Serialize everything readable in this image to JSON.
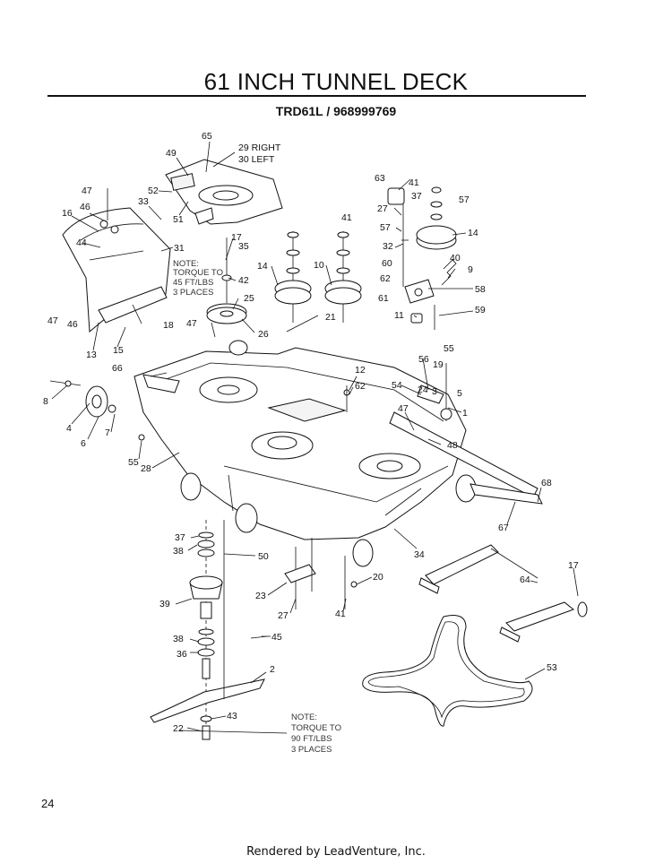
{
  "header": {
    "title": "61 INCH TUNNEL DECK",
    "model": "TRD61L / 968999769"
  },
  "notes": {
    "torque_45": [
      "NOTE:",
      "TORQUE TO",
      "45 FT/LBS",
      "3 PLACES"
    ],
    "torque_90": [
      "NOTE:",
      "TORQUE TO",
      "90 FT/LBS",
      "3 PLACES"
    ]
  },
  "callouts": {
    "c65": "65",
    "c29": "29  RIGHT",
    "c30": "30  LEFT",
    "c49": "49",
    "c52": "52",
    "c51": "51",
    "c47a": "47",
    "c46a": "46",
    "c33": "33",
    "c16": "16",
    "c44": "44",
    "c31": "31",
    "c47b": "47",
    "c46b": "46",
    "c18": "18",
    "c13": "13",
    "c15": "15",
    "c17a": "17",
    "c35": "35",
    "c42": "42",
    "c25": "25",
    "c26": "26",
    "c47c": "47",
    "c14a": "14",
    "c10": "10",
    "c41a": "41",
    "c21": "21",
    "c63": "63",
    "c41b": "41",
    "c37a": "37",
    "c57a": "57",
    "c27a": "27",
    "c57b": "57",
    "c32": "32",
    "c14b": "14",
    "c40": "40",
    "c9": "9",
    "c60": "60",
    "c62a": "62",
    "c58": "58",
    "c61": "61",
    "c11": "11",
    "c59": "59",
    "c55a": "55",
    "c56": "56",
    "c19": "19",
    "c24": "24",
    "c3": "3",
    "c5": "5",
    "c54": "54",
    "c1": "1",
    "c47d": "47",
    "c48": "48",
    "c12": "12",
    "c62b": "62",
    "c66": "66",
    "c8": "8",
    "c4": "4",
    "c6": "6",
    "c7": "7",
    "c55b": "55",
    "c28": "28",
    "c68": "68",
    "c67": "67",
    "c34": "34",
    "c37b": "37",
    "c38a": "38",
    "c50": "50",
    "c39": "39",
    "c38b": "38",
    "c36": "36",
    "c45": "45",
    "c23": "23",
    "c27b": "27",
    "c41c": "41",
    "c20": "20",
    "c2": "2",
    "c43": "43",
    "c22": "22",
    "c17b": "17",
    "c64": "64",
    "c53": "53"
  },
  "page": {
    "number": "24"
  },
  "footer": {
    "text": "Rendered by LeadVenture, Inc."
  }
}
